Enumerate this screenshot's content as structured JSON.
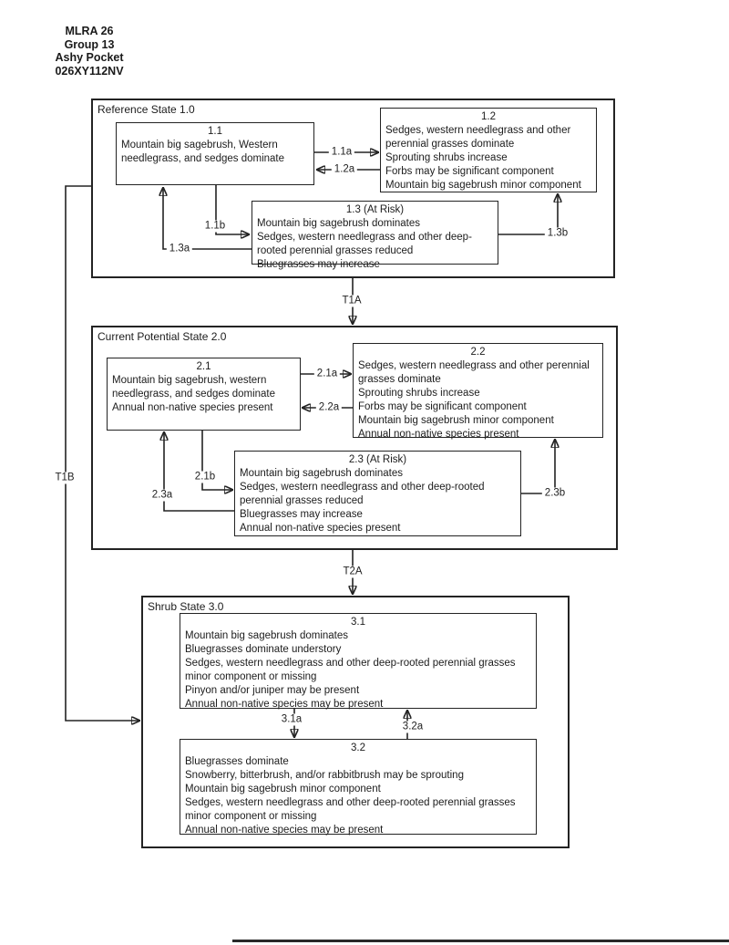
{
  "page": {
    "header_lines": [
      "MLRA 26",
      "Group 13",
      "Ashy Pocket",
      "026XY112NV"
    ]
  },
  "states": [
    {
      "title": "Reference State 1.0",
      "communities": [
        {
          "title": "1.1",
          "lines": [
            "Mountain big sagebrush, Western needlegrass, and sedges dominate"
          ]
        },
        {
          "title": "1.2",
          "lines": [
            "Sedges, western needlegrass and other perennial grasses dominate",
            "Sprouting shrubs increase",
            "Forbs may be significant component",
            "Mountain big sagebrush minor component"
          ]
        },
        {
          "title": "1.3 (At Risk)",
          "lines": [
            "Mountain big sagebrush dominates",
            "Sedges, western needlegrass and other deep-rooted perennial grasses reduced",
            "Bluegrasses may increase"
          ]
        }
      ]
    },
    {
      "title": "Current Potential State 2.0",
      "communities": [
        {
          "title": "2.1",
          "lines": [
            "Mountain big sagebrush, western needlegrass, and sedges dominate",
            "Annual non-native species present"
          ]
        },
        {
          "title": "2.2",
          "lines": [
            "Sedges, western needlegrass and other perennial grasses dominate",
            "Sprouting shrubs increase",
            "Forbs may be significant component",
            "Mountain big sagebrush minor component",
            "Annual non-native species present"
          ]
        },
        {
          "title": "2.3 (At Risk)",
          "lines": [
            "Mountain big sagebrush dominates",
            "Sedges, western needlegrass and other deep-rooted perennial grasses reduced",
            "Bluegrasses may increase",
            "Annual non-native species present"
          ]
        }
      ]
    },
    {
      "title": "Shrub State 3.0",
      "communities": [
        {
          "title": "3.1",
          "lines": [
            "Mountain big sagebrush dominates",
            "Bluegrasses dominate understory",
            "Sedges, western needlegrass and other deep-rooted perennial grasses minor component or missing",
            "Pinyon and/or juniper may be present",
            "Annual non-native species may be present"
          ]
        },
        {
          "title": "3.2",
          "lines": [
            "Bluegrasses dominate",
            "Snowberry, bitterbrush, and/or rabbitbrush may be sprouting",
            "Mountain big sagebrush minor component",
            "Sedges, western needlegrass and other deep-rooted perennial grasses minor component or missing",
            "Annual non-native species may be present"
          ]
        }
      ]
    }
  ],
  "community_pathways": [
    "1.1a",
    "1.2a",
    "1.1b",
    "1.3a",
    "1.3b",
    "2.1a",
    "2.2a",
    "2.1b",
    "2.3a",
    "2.3b",
    "3.1a",
    "3.2a"
  ],
  "transitions": [
    "T1A",
    "T1B",
    "T2A"
  ],
  "colors": {
    "line": "#232323",
    "text": "#1c1c1c",
    "background": "#ffffff"
  }
}
